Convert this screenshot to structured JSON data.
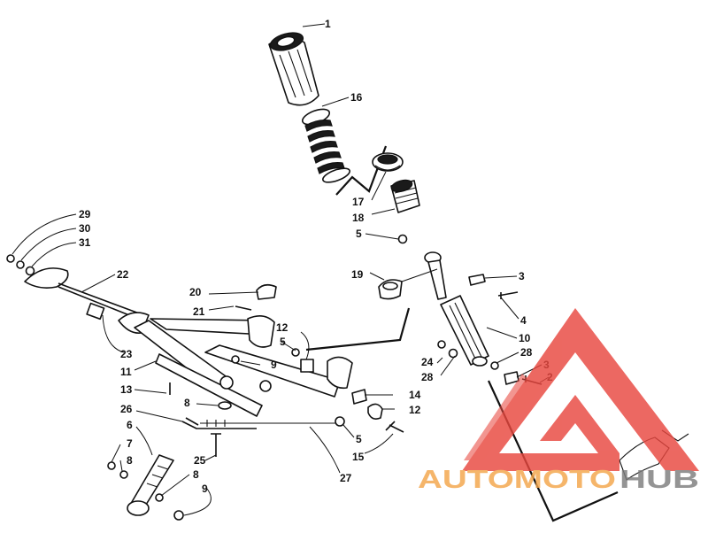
{
  "callouts": {
    "c1": "1",
    "c16": "16",
    "c17": "17",
    "c18": "18",
    "c5a": "5",
    "c19": "19",
    "c3a": "3",
    "c4": "4",
    "c10": "10",
    "c24": "24",
    "c28a": "28",
    "c28b": "28",
    "c3b": "3",
    "c2": "2",
    "c29": "29",
    "c30": "30",
    "c31": "31",
    "c22": "22",
    "c20": "20",
    "c21": "21",
    "c12a": "12",
    "c5b": "5",
    "c9a": "9",
    "c23": "23",
    "c11": "11",
    "c13": "13",
    "c8a": "8",
    "c14": "14",
    "c12b": "12",
    "c26": "26",
    "c6": "6",
    "c5c": "5",
    "c15": "15",
    "c7": "7",
    "c8b": "8",
    "c25": "25",
    "c8c": "8",
    "c9b": "9",
    "c27": "27"
  },
  "watermark": {
    "brand_part1": "AUTOMOTO",
    "brand_part2": "HUB",
    "colors": {
      "red": "#e8473f",
      "orange": "#f4a54a",
      "gray": "#7d7d7d"
    }
  }
}
